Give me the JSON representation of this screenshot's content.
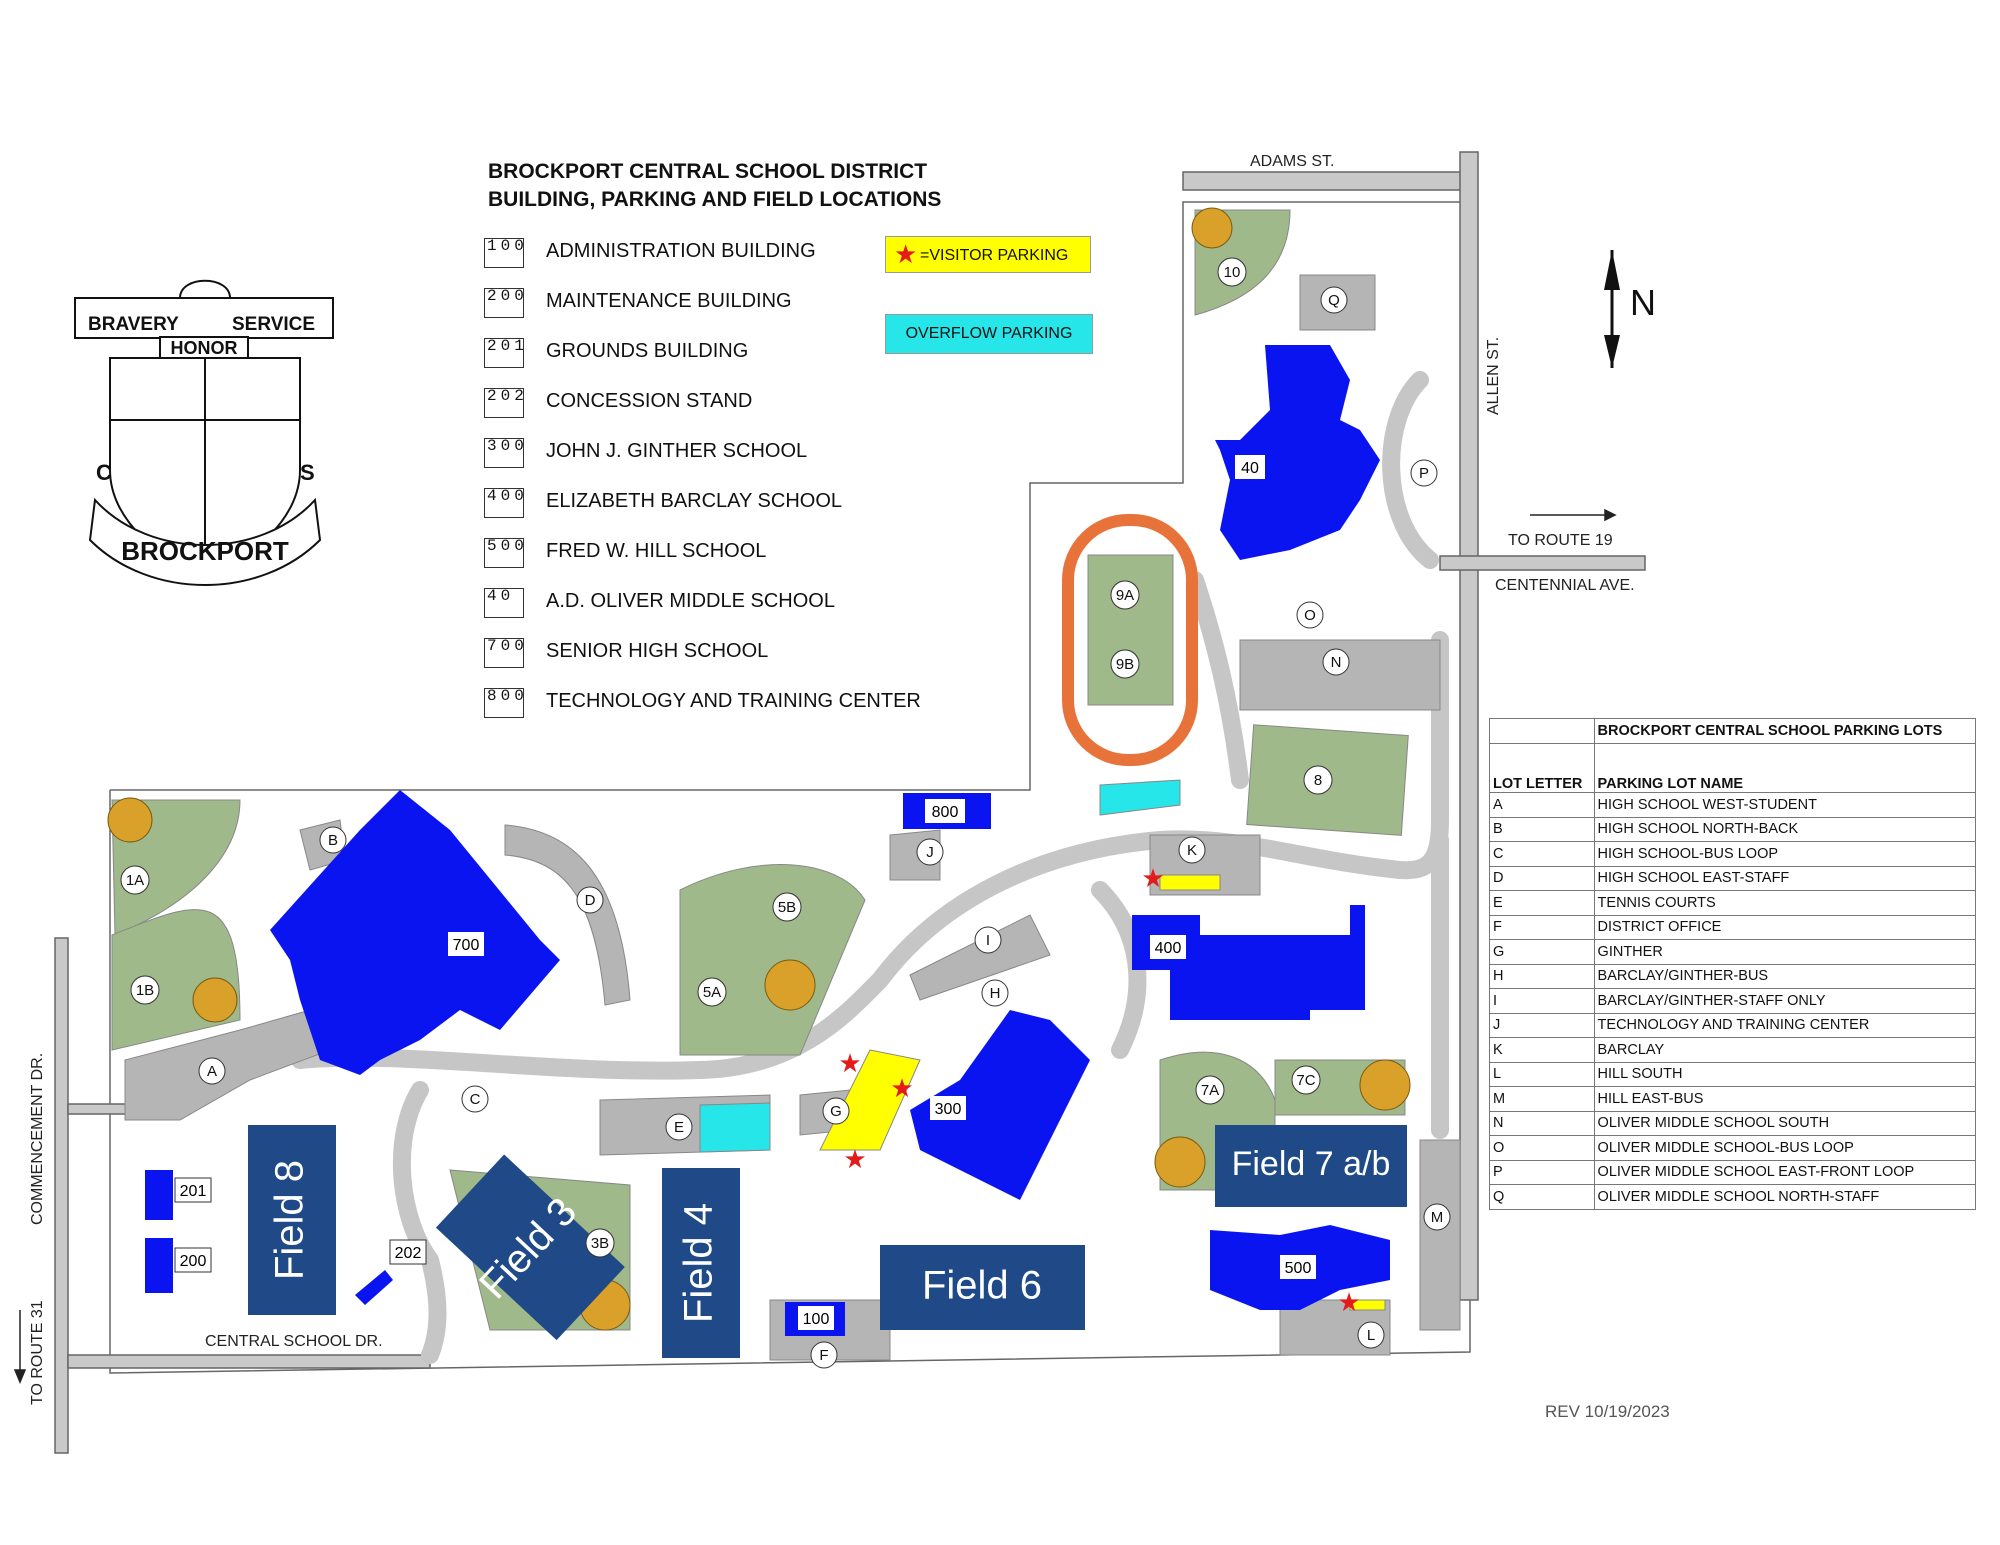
{
  "title": {
    "line1": "BROCKPORT CENTRAL SCHOOL DISTRICT",
    "line2": "BUILDING, PARKING AND FIELD LOCATIONS"
  },
  "legend": [
    {
      "code": "100",
      "label": "ADMINISTRATION BUILDING"
    },
    {
      "code": "200",
      "label": "MAINTENANCE BUILDING"
    },
    {
      "code": "201",
      "label": "GROUNDS BUILDING"
    },
    {
      "code": "202",
      "label": "CONCESSION STAND"
    },
    {
      "code": "300",
      "label": "JOHN J. GINTHER SCHOOL"
    },
    {
      "code": "400",
      "label": "ELIZABETH BARCLAY SCHOOL"
    },
    {
      "code": "500",
      "label": "FRED W. HILL SCHOOL"
    },
    {
      "code": "40",
      "label": "A.D. OLIVER MIDDLE SCHOOL"
    },
    {
      "code": "700",
      "label": "SENIOR HIGH SCHOOL"
    },
    {
      "code": "800",
      "label": "TECHNOLOGY AND TRAINING CENTER"
    }
  ],
  "visitor_parking": "=VISITOR PARKING",
  "overflow_parking": "OVERFLOW PARKING",
  "north": "N",
  "crest": {
    "left": "BRAVERY",
    "right": "SERVICE",
    "center": "HONOR",
    "bottom": "BROCKPORT",
    "c": "C",
    "s": "S"
  },
  "streets": {
    "adams": "ADAMS ST.",
    "allen": "ALLEN ST.",
    "route19": "TO ROUTE 19",
    "centennial": "CENTENNIAL AVE.",
    "commencement": "COMMENCEMENT DR.",
    "central": "CENTRAL SCHOOL DR.",
    "route31": "TO ROUTE 31"
  },
  "fields": {
    "f8": "Field 8",
    "f3": "Field 3",
    "f4": "Field 4",
    "f6": "Field 6",
    "f7": "Field 7 a/b"
  },
  "building_labels": {
    "b700": "700",
    "b800": "800",
    "b400": "400",
    "b300": "300",
    "b500": "500",
    "b40": "40",
    "b100": "100",
    "b200": "200",
    "b201": "201",
    "b202": "202"
  },
  "field_labels": {
    "f1A": "1A",
    "f1B": "1B",
    "f5A": "5A",
    "f5B": "5B",
    "f3B": "3B",
    "f7A": "7A",
    "f7C": "7C",
    "f8": "8",
    "f9A": "9A",
    "f9B": "9B",
    "f10": "10"
  },
  "lot_labels": {
    "A": "A",
    "B": "B",
    "C": "C",
    "D": "D",
    "E": "E",
    "F": "F",
    "G": "G",
    "H": "H",
    "I": "I",
    "J": "J",
    "K": "K",
    "L": "L",
    "M": "M",
    "N": "N",
    "O": "O",
    "P": "P",
    "Q": "Q"
  },
  "parking_table": {
    "heading": "BROCKPORT CENTRAL SCHOOL PARKING LOTS",
    "col_letter": "LOT LETTER",
    "col_name": "PARKING LOT NAME",
    "rows": [
      {
        "letter": "A",
        "name": "HIGH SCHOOL WEST-STUDENT"
      },
      {
        "letter": "B",
        "name": "HIGH SCHOOL NORTH-BACK"
      },
      {
        "letter": "C",
        "name": "HIGH SCHOOL-BUS LOOP"
      },
      {
        "letter": "D",
        "name": "HIGH SCHOOL EAST-STAFF"
      },
      {
        "letter": "E",
        "name": "TENNIS COURTS"
      },
      {
        "letter": "F",
        "name": "DISTRICT OFFICE"
      },
      {
        "letter": "G",
        "name": "GINTHER"
      },
      {
        "letter": "H",
        "name": "BARCLAY/GINTHER-BUS"
      },
      {
        "letter": "I",
        "name": "BARCLAY/GINTHER-STAFF ONLY"
      },
      {
        "letter": "J",
        "name": "TECHNOLOGY AND TRAINING CENTER"
      },
      {
        "letter": "K",
        "name": "BARCLAY"
      },
      {
        "letter": "L",
        "name": "HILL SOUTH"
      },
      {
        "letter": "M",
        "name": "HILL EAST-BUS"
      },
      {
        "letter": "N",
        "name": "OLIVER MIDDLE SCHOOL SOUTH"
      },
      {
        "letter": "O",
        "name": "OLIVER MIDDLE SCHOOL-BUS LOOP"
      },
      {
        "letter": "P",
        "name": "OLIVER MIDDLE SCHOOL EAST-FRONT LOOP"
      },
      {
        "letter": "Q",
        "name": "OLIVER MIDDLE SCHOOL NORTH-STAFF"
      }
    ]
  },
  "revision": "REV  10/19/2023",
  "colors": {
    "building": "#0a14f0",
    "field_box": "#1f4a87",
    "grass": "#9fb98a",
    "infield": "#d9a12a",
    "road": "#c9c9c9",
    "track": "#e8733a",
    "visitor": "#ffff00",
    "overflow": "#27e6ea",
    "star": "#e31b1b"
  }
}
